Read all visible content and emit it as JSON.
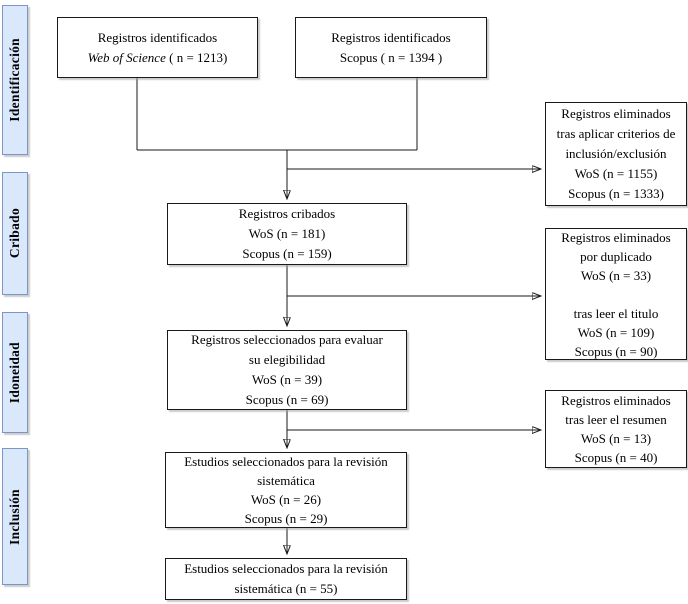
{
  "diagram_title": "PRISMA flow diagram (systematic review, WoS + Scopus)",
  "colors": {
    "stage_fill": "#dae8fc",
    "stage_border": "#7e96c5",
    "box_border": "#1a1a1a",
    "background": "#ffffff"
  },
  "sidebar": {
    "stages": [
      {
        "label": "Identificación"
      },
      {
        "label": "Cribado"
      },
      {
        "label": "Idoneidad"
      },
      {
        "label": "Inclusión"
      }
    ]
  },
  "flow": {
    "identified_wos": {
      "line1": "Registros identificados",
      "line2_italic": "Web of Science",
      "line2_rest": " ( n = 1213)"
    },
    "identified_scopus": {
      "line1": "Registros identificados",
      "line2": "Scopus ( n = 1394 )"
    },
    "screened": {
      "lines": [
        "Registros cribados",
        "WoS (n = 181)",
        "Scopus (n = 159)"
      ]
    },
    "eligibility": {
      "lines": [
        "Registros seleccionados para evaluar",
        "su elegibilidad",
        "WoS (n = 39)",
        "Scopus (n = 69)"
      ]
    },
    "included_by_db": {
      "lines": [
        "Estudios seleccionados para la revisión",
        "sistemática",
        "WoS (n = 26)",
        "Scopus (n = 29)"
      ]
    },
    "included_total": {
      "lines": [
        "Estudios seleccionados para la revisión",
        "sistemática (n = 55)"
      ]
    },
    "excluded_criteria": {
      "lines": [
        "Registros eliminados",
        "tras aplicar criterios de",
        "inclusión/exclusión",
        "WoS (n = 1155)",
        "Scopus (n = 1333)"
      ]
    },
    "excluded_duplicates_title": {
      "lines": [
        "Registros eliminados",
        "por duplicado",
        "WoS (n = 33)",
        "",
        "tras leer el titulo",
        "WoS (n = 109)",
        "Scopus (n = 90)"
      ]
    },
    "excluded_abstract": {
      "lines": [
        "Registros eliminados",
        "tras leer el resumen",
        "WoS (n = 13)",
        "Scopus (n = 40)"
      ]
    }
  }
}
